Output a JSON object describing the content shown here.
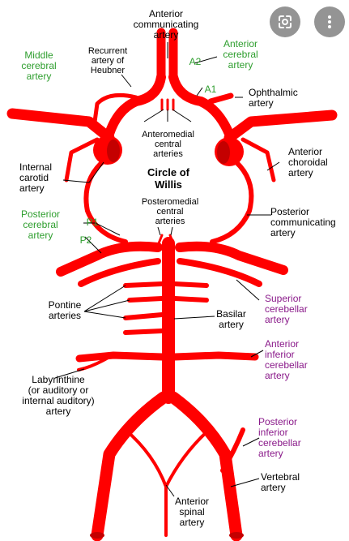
{
  "diagram": {
    "title": [
      "Circle of",
      "Willis"
    ],
    "colors": {
      "artery": "#ff0000",
      "artery_dark": "#c40000",
      "line": "#000000",
      "green_label": "#2e9e2e",
      "purple_label": "#8a1a8a"
    },
    "labels": {
      "anterior_communicating": [
        "Anterior",
        "communicating",
        "artery"
      ],
      "anterior_cerebral": [
        "Anterior",
        "cerebral",
        "artery"
      ],
      "middle_cerebral": [
        "Middle",
        "cerebral",
        "artery"
      ],
      "recurrent_heubner": [
        "Recurrent",
        "artery of",
        "Heubner"
      ],
      "a2": "A2",
      "a1": "A1",
      "ophthalmic": [
        "Ophthalmic",
        "artery"
      ],
      "anteromedial_central": [
        "Anteromedial",
        "central",
        "arteries"
      ],
      "anterior_choroidal": [
        "Anterior",
        "choroidal",
        "artery"
      ],
      "internal_carotid": [
        "Internal",
        "carotid",
        "artery"
      ],
      "posteromedial_central": [
        "Posteromedial",
        "central",
        "arteries"
      ],
      "posterior_cerebral": [
        "Posterior",
        "cerebral",
        "artery"
      ],
      "p1": "P1",
      "p2": "P2",
      "posterior_communicating": [
        "Posterior",
        "communicating",
        "artery"
      ],
      "superior_cerebellar": [
        "Superior",
        "cerebellar",
        "artery"
      ],
      "pontine": [
        "Pontine",
        "arteries"
      ],
      "basilar": [
        "Basilar",
        "artery"
      ],
      "anterior_inferior_cerebellar": [
        "Anterior",
        "inferior",
        "cerebellar",
        "artery"
      ],
      "labyrinthine": [
        "Labyrinthine",
        "(or auditory or",
        "internal auditory)",
        "artery"
      ],
      "posterior_inferior_cerebellar": [
        "Posterior",
        "inferior",
        "cerebellar",
        "artery"
      ],
      "vertebral": [
        "Vertebral",
        "artery"
      ],
      "anterior_spinal": [
        "Anterior",
        "spinal",
        "artery"
      ]
    }
  },
  "overlay": {
    "lens_icon": "google-lens-icon",
    "more_icon": "more-vertical-icon"
  }
}
